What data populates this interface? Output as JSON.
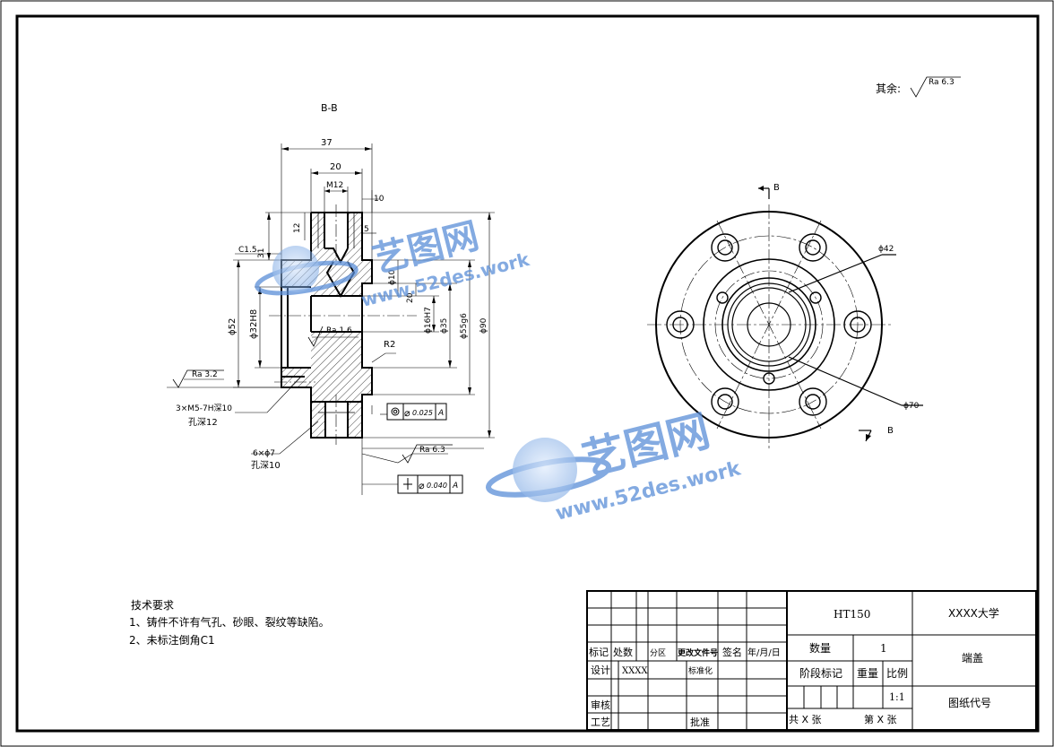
{
  "section_label": "B-B",
  "surface_note": {
    "prefix": "其余:",
    "roughness": "Ra 6.3"
  },
  "dimensions": {
    "d37": "37",
    "d20": "20",
    "m12": "M12",
    "d10_top": "10",
    "d12": "12",
    "d5": "5",
    "c15": "C1.5",
    "d31": "31",
    "phi10": "ϕ10",
    "d20_small": "20",
    "phi52": "ϕ52",
    "phi32h8": "ϕ32H8",
    "phi16h7": "ϕ16H7",
    "phi35": "ϕ35",
    "phi55g6": "ϕ55g6",
    "phi90": "ϕ90",
    "r2": "R2",
    "ra16": "Ra 1.6",
    "ra32": "Ra 3.2",
    "ra63": "Ra 6.3",
    "tapped_holes": "3×M5-7H深10",
    "tapped_depth": "孔深12",
    "bolt_holes": "6×ϕ7",
    "bolt_depth": "孔深10",
    "runout_1": "0.025",
    "runout_2": "0.040",
    "datum": "A",
    "phi42": "ϕ42",
    "phi70": "ϕ70",
    "section_mark": "B"
  },
  "tech_requirements": {
    "title": "技术要求",
    "items": [
      "1、铸件不许有气孔、砂眼、裂纹等缺陷。",
      "2、未标注倒角C1"
    ]
  },
  "title_block": {
    "material": "HT150",
    "school": "XXXX大学",
    "part_name": "端盖",
    "drawing_no": "图纸代号",
    "qty_label": "数量",
    "qty_value": "1",
    "stage_label": "阶段标记",
    "weight_label": "重量",
    "scale_label": "比例",
    "scale_value": "1:1",
    "total_sheets": "共 X 张",
    "sheet_no": "第 X 张",
    "rev_headers": [
      "标记",
      "处数",
      "分区",
      "更改文件号",
      "签名",
      "年/月/日"
    ],
    "design_label": "设计",
    "designer": "XXXX",
    "standard_label": "标准化",
    "review_label": "审核",
    "process_label": "工艺",
    "approve_label": "批准"
  },
  "watermark": {
    "brand": "艺图网",
    "url": "www.52des.work"
  },
  "colors": {
    "line": "#000000",
    "watermark": "#5a8ed8"
  }
}
